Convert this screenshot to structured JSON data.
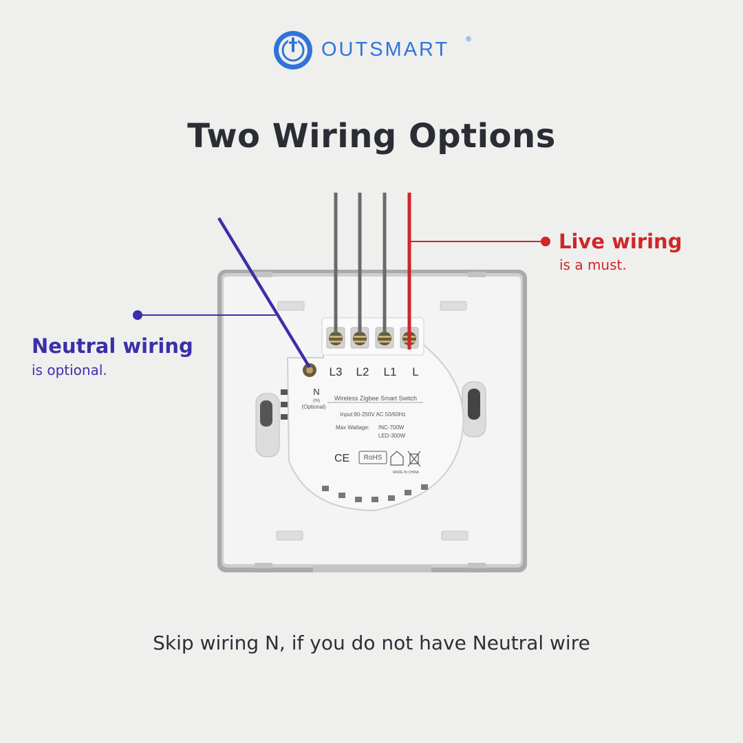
{
  "brand": {
    "name": "OUTSMART",
    "reg": "®",
    "icon": "power-icon",
    "color": "#2f74d8"
  },
  "title": "Two Wiring Options",
  "live": {
    "title": "Live wiring",
    "subtitle": "is a must.",
    "color": "#cf2627"
  },
  "neutral": {
    "title": "Neutral wiring",
    "subtitle": "is optional.",
    "color": "#3b2fa8"
  },
  "terminals": [
    "L3",
    "L2",
    "L1",
    "L"
  ],
  "device": {
    "neutral_label": "N",
    "in_label": "(IN)",
    "optional_label": "(Optional)",
    "product": "Wireless Zigbee Smart Switch",
    "input": "Input:90-250V AC  50/60Hz",
    "max_wattage_label": "Max Wattage:",
    "inc": "INC-700W",
    "led": "LED-300W",
    "ce": "CE",
    "rohs": "RoHS",
    "made_in": "MADE IN CHINA"
  },
  "footer": "Skip wiring N, if you do not have Neutral wire"
}
